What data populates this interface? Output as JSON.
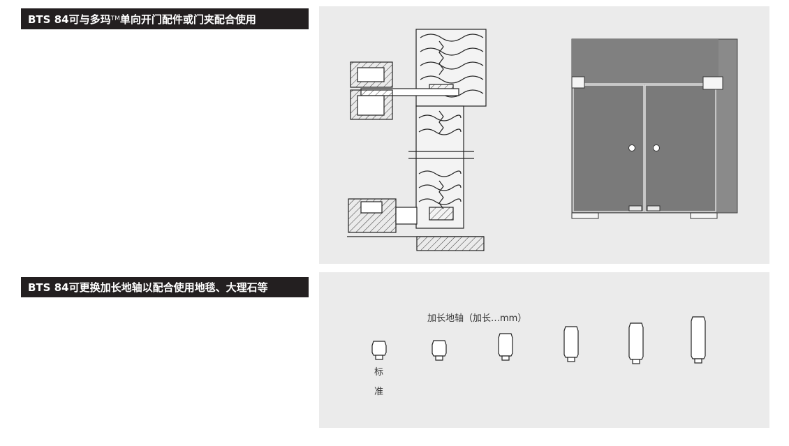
{
  "section1": {
    "label_prefix": "BTS 84可与多玛",
    "label_tm": "TM",
    "label_suffix": "单向开门配件或门夹配合使用"
  },
  "section2": {
    "label": "BTS 84可更换加长地轴以配合使用地毯、大理石等",
    "caption": "加长地轴（加长…mm）",
    "standard_label_line1": "标",
    "standard_label_line2": "准"
  },
  "colors": {
    "label_bg": "#231f20",
    "panel_bg": "#ebebeb",
    "glass": "#7a7a7a",
    "wall": "#8a8a8a"
  }
}
